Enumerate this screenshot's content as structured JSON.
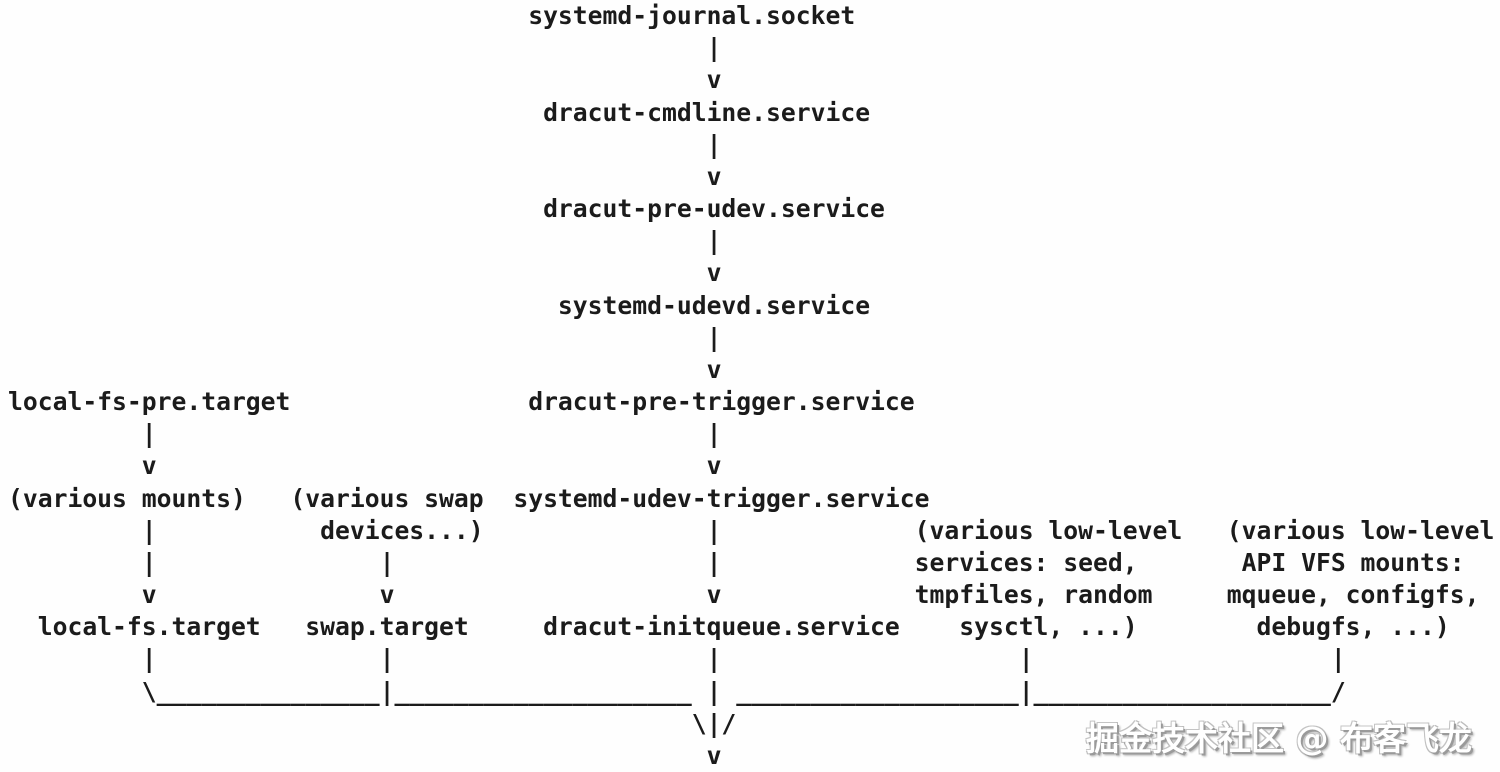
{
  "diagram": {
    "description": "systemd initrd (dracut) bootup dependency flow, man-page ASCII art",
    "text_color": "#1b1b1b",
    "background_color": "#fefefe",
    "nodes": [
      "systemd-journal.socket",
      "dracut-cmdline.service",
      "dracut-pre-udev.service",
      "systemd-udevd.service",
      "dracut-pre-trigger.service",
      "systemd-udev-trigger.service",
      "local-fs-pre.target",
      "(various mounts)",
      "(various swap devices...)",
      "local-fs.target",
      "swap.target",
      "dracut-initqueue.service",
      "(various low-level services: seed, tmpfiles, random sysctl, ...)",
      "(various low-level API VFS mounts: mqueue, configfs, debugfs, ...)"
    ],
    "ascii_lines": [
      "                                   systemd-journal.socket",
      "                                               |",
      "                                               v",
      "                                    dracut-cmdline.service",
      "                                               |",
      "                                               v",
      "                                    dracut-pre-udev.service",
      "                                               |",
      "                                               v",
      "                                     systemd-udevd.service",
      "                                               |",
      "                                               v",
      "local-fs-pre.target                dracut-pre-trigger.service",
      "         |                                     |",
      "         v                                     v",
      "(various mounts)   (various swap  systemd-udev-trigger.service",
      "         |           devices...)               |             (various low-level   (various low-level",
      "         |               |                     |             services: seed,       API VFS mounts:",
      "         v               v                     v             tmpfiles, random     mqueue, configfs,",
      "  local-fs.target   swap.target     dracut-initqueue.service    sysctl, ...)        debugfs, ...)",
      "         |               |                     |                    |                    |",
      "         \\_______________|____________________ | ___________________|____________________/",
      "                                              \\|/",
      "                                               v"
    ]
  },
  "watermark": {
    "text": "掘金技术社区 @ 布客飞龙",
    "fill_color": "#ffffff",
    "shadow_color": "#9a9a9a"
  }
}
